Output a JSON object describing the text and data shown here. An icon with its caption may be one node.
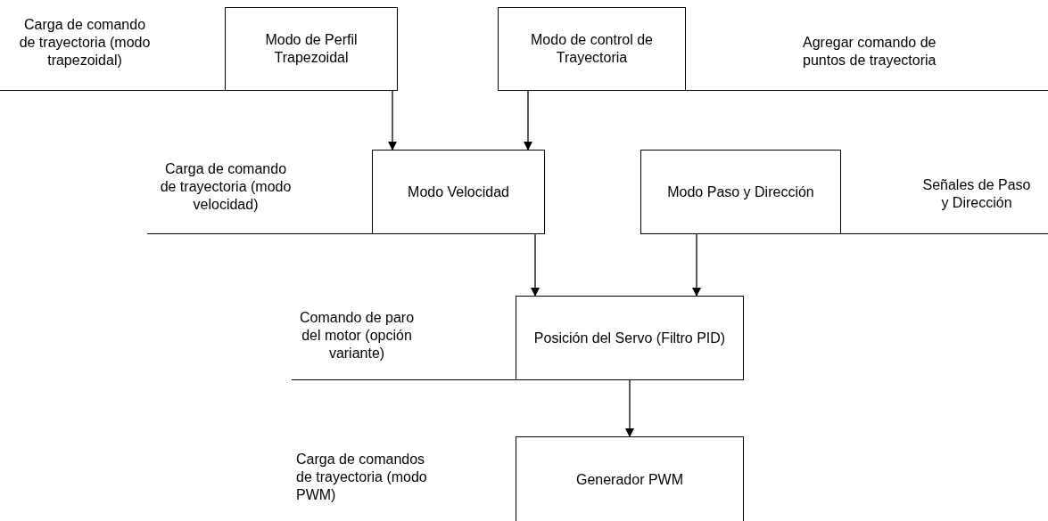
{
  "diagram": {
    "nodes": [
      {
        "text": [
          "Modo de Perfil Trapezoidal"
        ]
      },
      {
        "text": [
          "Modo de control de Trayectoria"
        ]
      },
      {
        "text": [
          "Modo Velocidad"
        ]
      },
      {
        "text": [
          "Modo Paso y Dirección"
        ]
      },
      {
        "text": [
          "Posición del Servo (Filtro PID)"
        ]
      },
      {
        "text": [
          "Generador PWM"
        ]
      }
    ],
    "edges": [
      {
        "from": 0,
        "to": 2,
        "arrow": "to"
      },
      {
        "from": 1,
        "to": 2,
        "arrow": "to"
      },
      {
        "from": 2,
        "to": 4,
        "arrow": "to"
      },
      {
        "from": 3,
        "to": 4,
        "arrow": "to"
      },
      {
        "from": 4,
        "to": 5,
        "arrow": "to"
      }
    ],
    "labels": [
      "Carga de comando de trayectoria (modo trapezoidal)",
      "Agregar comando de puntos de trayectoria",
      "Carga de comando de trayectoria (modo velocidad)",
      "Señales de Paso y Dirección",
      "Comando de paro del motor (opción variante)",
      "Carga de comandos de trayectoria (modo PWM)"
    ]
  }
}
